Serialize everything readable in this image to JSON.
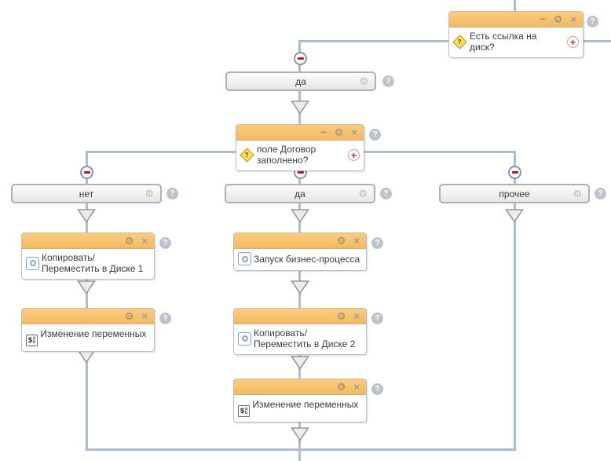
{
  "designer": {
    "condition_top": {
      "title": "Есть ссылка на диск?"
    },
    "branch_top_yes": {
      "label": "да"
    },
    "condition_main": {
      "title": "поле Договор заполнено?"
    },
    "branch_no": {
      "label": "нет"
    },
    "branch_yes": {
      "label": "да"
    },
    "branch_else": {
      "label": "прочее"
    },
    "action_copy_disk1": {
      "title": "Копировать/Переместить в Диске 1"
    },
    "action_change_vars_left": {
      "title": "Изменение переменных"
    },
    "action_start_bp": {
      "title": "Запуск бизнес-процесса"
    },
    "action_copy_disk2": {
      "title": "Копировать/Переместить в Диске 2"
    },
    "action_change_vars_mid": {
      "title": "Изменение переменных"
    },
    "icons": {
      "minimize": "–",
      "gear": "⚙",
      "close": "×",
      "add": "+",
      "help": "?",
      "condition_question": "?",
      "vars_dollar": "$",
      "vars_a": "a",
      "vars_b": "b"
    },
    "colors": {
      "connector": "#a9bcd2",
      "card_header": "#f6c36f",
      "remove_red": "#cc1111",
      "add_red": "#c12b2b"
    }
  }
}
